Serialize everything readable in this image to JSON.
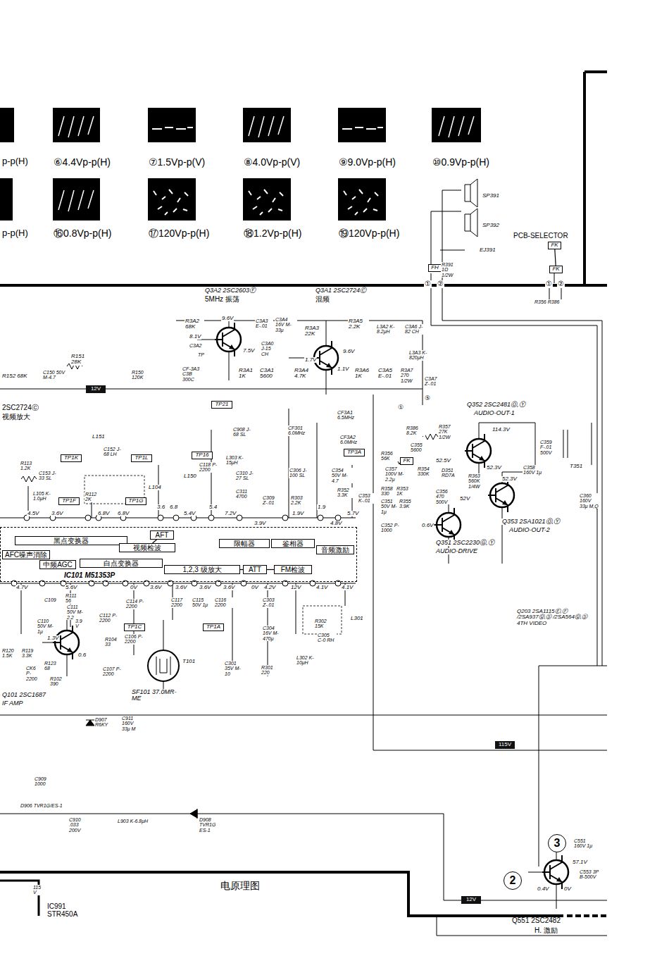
{
  "diagram": {
    "title": "电原理图",
    "nodes": [
      {
        "text": [
          "⑥4.4Vp-p(H)"
        ]
      },
      {
        "text": [
          "⑦1.5Vp-p(V)"
        ]
      },
      {
        "text": [
          "⑧4.0Vp-p(V)"
        ]
      },
      {
        "text": [
          "⑨9.0Vp-p(H)"
        ]
      },
      {
        "text": [
          "⑩0.9Vp-p(H)"
        ]
      },
      {
        "text": [
          "⑯0.8Vp-p(H)"
        ]
      },
      {
        "text": [
          "⑰120Vp-p(H)"
        ]
      },
      {
        "text": [
          "⑱1.2Vp-p(H)"
        ]
      },
      {
        "text": [
          "⑲120Vp-p(H)"
        ]
      },
      {
        "text": [
          "FK"
        ]
      },
      {
        "text": [
          "FK"
        ]
      },
      {
        "text": [
          "FH"
        ]
      },
      {
        "text": [
          "FK"
        ]
      },
      {
        "text": [
          "TP16"
        ]
      },
      {
        "text": [
          "TP21"
        ]
      },
      {
        "text": [
          "TP1K"
        ]
      },
      {
        "text": [
          "TP1L"
        ]
      },
      {
        "text": [
          "TP1F"
        ]
      },
      {
        "text": [
          "TP1G"
        ]
      },
      {
        "text": [
          "TP3A"
        ]
      },
      {
        "text": [
          "TP1C"
        ]
      },
      {
        "text": [
          "TP1A"
        ]
      },
      {
        "text": [
          "IC101 M51353P"
        ]
      },
      {
        "text": [
          "黑点变换器"
        ],
        "in": 22
      },
      {
        "text": [
          "AFC噪声消除"
        ],
        "in": 22
      },
      {
        "text": [
          "中频AGC"
        ],
        "in": 22
      },
      {
        "text": [
          "白点变换器"
        ],
        "in": 22
      },
      {
        "text": [
          "视频检波"
        ],
        "in": 22
      },
      {
        "text": [
          "AFT"
        ],
        "in": 22
      },
      {
        "text": [
          "限幅器"
        ],
        "in": 22
      },
      {
        "text": [
          "鉴相器"
        ],
        "in": 22
      },
      {
        "text": [
          "音频激励"
        ],
        "in": 22
      },
      {
        "text": [
          "1,2,3 级放大"
        ],
        "in": 22
      },
      {
        "text": [
          "ATT"
        ],
        "in": 22
      },
      {
        "text": [
          "FM检波"
        ],
        "in": 22
      },
      {
        "text": [
          "12V"
        ]
      },
      {
        "text": [
          "115V"
        ]
      },
      {
        "text": [
          "12V"
        ]
      },
      {
        "text": [
          "2"
        ]
      },
      {
        "text": [
          "3"
        ]
      }
    ],
    "edges": [
      {
        "from": 28,
        "to": 27,
        "arrow": "none"
      },
      {
        "from": 32,
        "to": 33,
        "arrow": "none"
      },
      {
        "from": 33,
        "to": 34,
        "arrow": "none"
      },
      {
        "from": 10,
        "to": 9,
        "arrow": "none"
      }
    ],
    "labels": [
      "p-p(H)",
      "p-p(H)",
      "SP391",
      "SP392",
      "EJ391",
      "PCB-SELECTOR",
      "R391 1Ω 1/2W",
      "①",
      "②",
      "①",
      "②",
      "R356 R386",
      "Q3A2 2SC2603Ⓕ",
      "5MHz 振荡",
      "Q3A1 2SC2724Ⓒ",
      "混频",
      "R3A2 68K",
      "9.6V",
      "8.1V",
      "7.5V",
      "C3A2",
      "C3A3 E-.01",
      "C3A4 16V M-33μ",
      "R3A3 22K",
      "R3A5 2.2K",
      "L3A2 K-8.2μH",
      "C3A6 J-82 CH",
      "L3A3 K-820μH",
      "9.6V",
      "1.7V",
      "1.1V",
      "C3A0 J-15 CH",
      "CF-3A3 C3B 300C",
      "R3A1 1K",
      "C3A1 5600",
      "R3A4 4.7K",
      "R3A6 1K",
      "C3A5 E-.01",
      "R3A7 270 1/2W",
      "R151 28K",
      "R152 68K",
      "C150 50V M-4.7",
      "R150 120K",
      "2SC2724Ⓒ",
      "视频放大",
      "C908 J-68 SL",
      "L303 K-15μH",
      "C118 P-2200",
      "C310 J-27 SL",
      "C311 4700",
      "CF3A1 6.5MHz",
      "CF301 6.0MHz",
      "CF3A2 6.0MHz",
      "L151",
      "C152 J-68 LH",
      "C153 J-33 SL",
      "R113 1.2K",
      "L105 K-1.0μH",
      "L104",
      "R112 2K",
      "L150",
      "C306 J-100 SL",
      "C354 50V M-4.7",
      "C309 Z-.01",
      "R303 2.2K",
      "R352 3.3K",
      "C353 K-.01",
      "4.5V",
      "3.6V",
      "6.8V",
      "6.8V",
      "3.6",
      "6.8",
      "5.4",
      "5.4V",
      "7.2V",
      "3.9V",
      "1.9",
      "1.9V",
      "4.8V",
      "5.7V",
      "4.7V",
      "5.6V",
      "0V",
      "3.6V",
      "3.6V",
      "3.6V",
      "3.6V",
      "0V",
      "4.2V",
      "12V",
      "4.1V",
      "4.1V",
      "R111 56",
      "C111 50V M-2.2",
      "C114 P-2200",
      "C112 P-2200",
      "C109",
      "C110 50V M-1μ",
      "C117 2200",
      "C115 50V 1μ",
      "C116 2200",
      "C303 Z-.01",
      "C304 16V M-470μ",
      "R302 15K",
      "L301",
      "C305 C-0 RH",
      "L302 K-10μH",
      "C301 35V M-10",
      "R301 220",
      "3.9 V",
      "1.3V",
      "0.6",
      "R104 33",
      "C106 P-2200",
      "C107 P-2200",
      "R120 1.5K",
      "R119 3.3K",
      "R123 68",
      "R102 390",
      "CK6 P-2200",
      "Q101 2SC1687",
      "IF AMP",
      "SF101 37.0MR-ME",
      "T101",
      "D907 R6KY",
      "C911 160V 33μ M",
      "C909 1000",
      "D906 TVR1G/ES-1",
      "C910 .033 200V",
      "L903 K-6.8μH",
      "D908 TVR1G ES-1",
      "115 V",
      "IC991 STR450A",
      "Q352 2SC2481Ⓞ,Ⓨ",
      "AUDIO-OUT-1",
      "R357 27K 1/2W",
      "114.3V",
      "52.5V",
      "52.3V",
      "D351 RD7A",
      "C359 F-.01 500V",
      "T351",
      "C358 160V 1μ",
      "52.3V",
      "R386 8.2K",
      "R356 56K",
      "C355 5600",
      "C357 100V M-2.2μ",
      "R354 330K",
      "R363 560K 1/4W",
      "R358 330",
      "R353 1K",
      "C351 50V M-1μ",
      "R355 3.9K",
      "C356 470 500V",
      "52V",
      "0.6V",
      "C352 P-1000",
      "Q353 2SA1021Ⓞ,Ⓨ",
      "AUDIO-OUT-2",
      "Q351 2SC2230Ⓖ,Ⓨ",
      "AUDIO-DRIVE",
      "C360 160V 33μ M,Q",
      "C3A7 Z-.01",
      "①",
      "⑤",
      "Q203 2SA1115Ⓔ,Ⓕ /2SA937Ⓠ,Ⓢ /2SA564Ⓠ,Ⓢ 4TH VIDEO",
      "C551 160V 1μ",
      "57.1V",
      "C553 3P B-500V",
      "0.4V",
      "0V",
      "Q551 2SC2482",
      "H. 激励",
      "TP"
    ]
  }
}
